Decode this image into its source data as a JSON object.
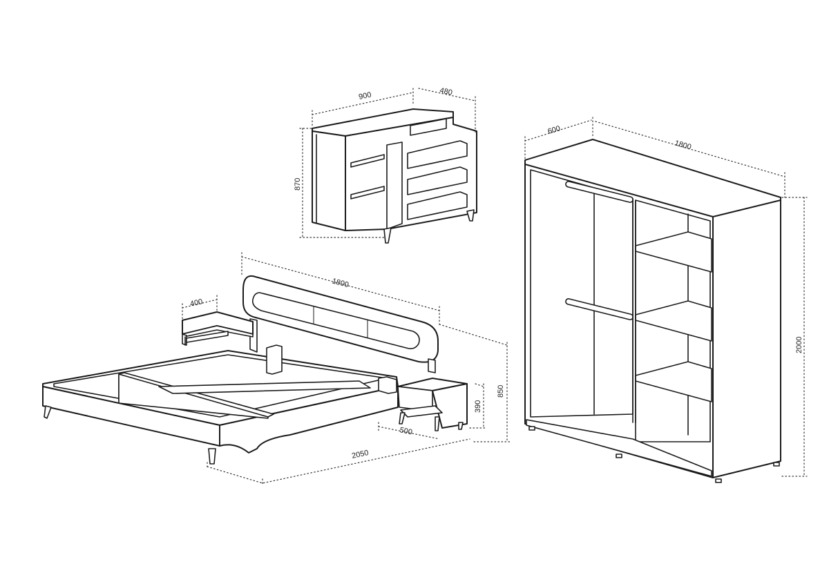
{
  "dimensions": {
    "dresser": {
      "width": "900",
      "depth": "480",
      "height": "870"
    },
    "wardrobe": {
      "depth": "600",
      "width": "1800",
      "height": "2000"
    },
    "bed": {
      "headboard_width": "1800",
      "length": "2050",
      "headboard_height": "850"
    },
    "nightstand": {
      "width": "400",
      "depth": "500",
      "height": "390"
    }
  },
  "colors": {
    "line": "#1a1a1a",
    "dimension": "#333333",
    "background": "#ffffff"
  }
}
